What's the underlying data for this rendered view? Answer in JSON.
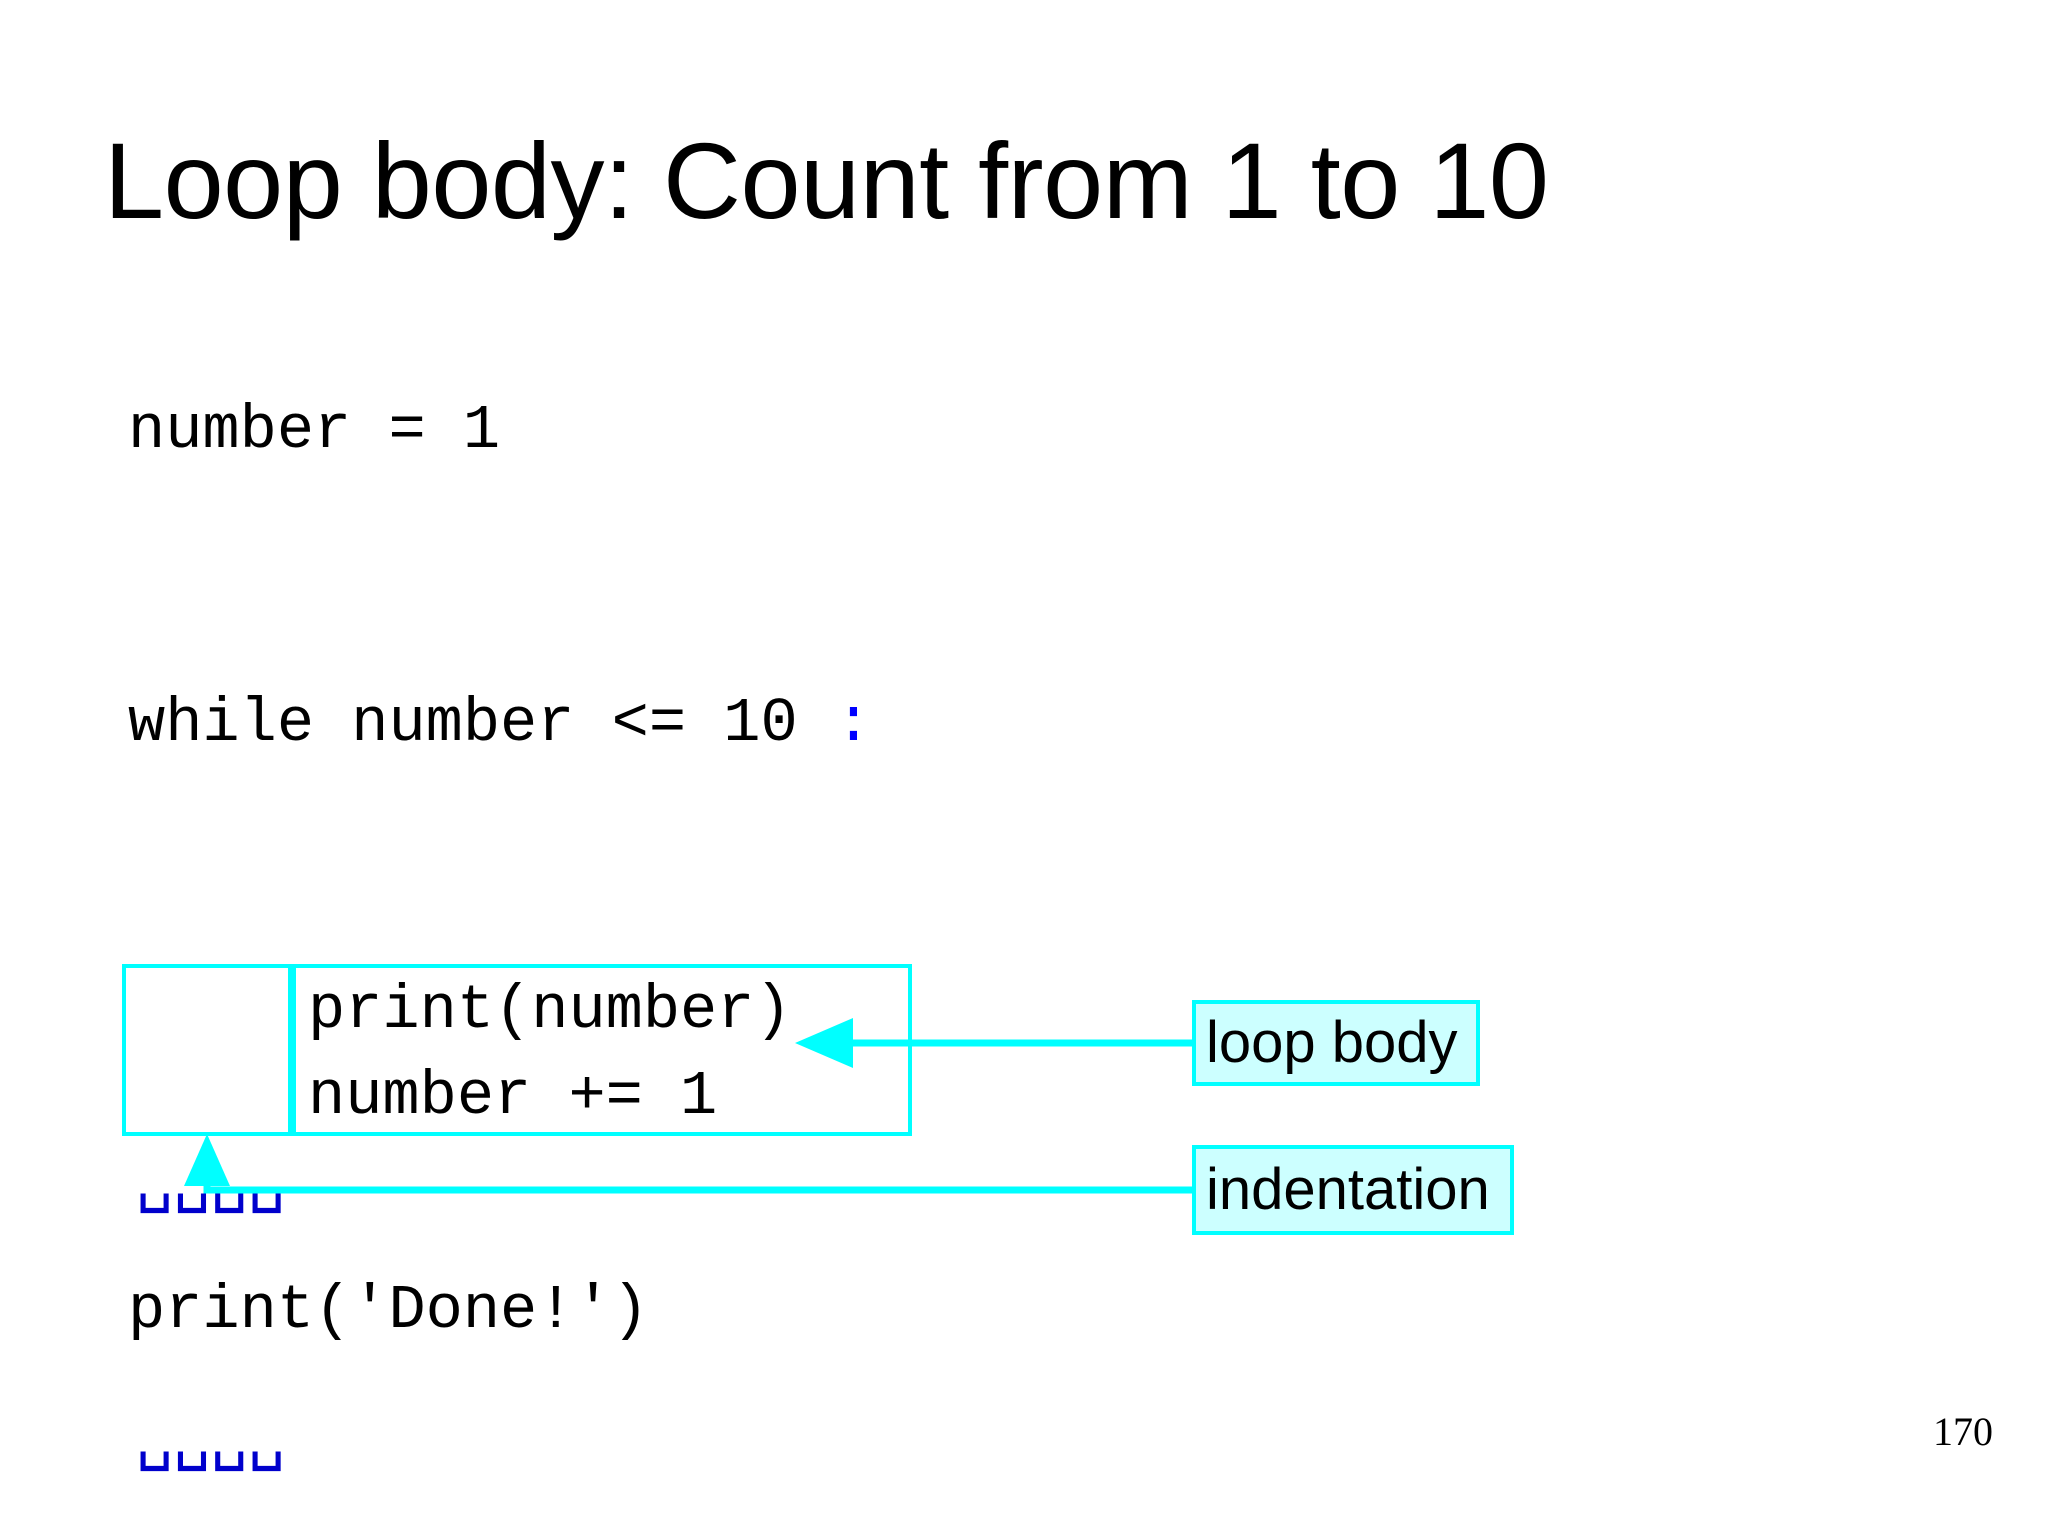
{
  "slide": {
    "title": "Loop body: Count from 1 to 10",
    "page_number": "170",
    "background_color": "#ffffff"
  },
  "code": {
    "init_line": "number = 1",
    "while_line_prefix": "while number <= 10 ",
    "while_line_colon": ":",
    "loop_body_lines": [
      "print(number)",
      "number += 1"
    ],
    "indent_rows": [
      "␣␣␣␣",
      "␣␣␣␣"
    ],
    "after_loop_line": "print('Done!')"
  },
  "callouts": [
    {
      "id": "loop-body",
      "label": "loop body",
      "target": "loop-code-box",
      "arrow": "straight-left"
    },
    {
      "id": "indentation",
      "label": "indentation",
      "target": "indentation-box",
      "arrow": "elbow-up"
    }
  ],
  "colors": {
    "accent_cyan": "#00ffff",
    "callout_fill": "#ccffff",
    "keyword_blue": "#0000ff",
    "indent_glyph_blue": "#0000cc",
    "text_black": "#000000"
  }
}
